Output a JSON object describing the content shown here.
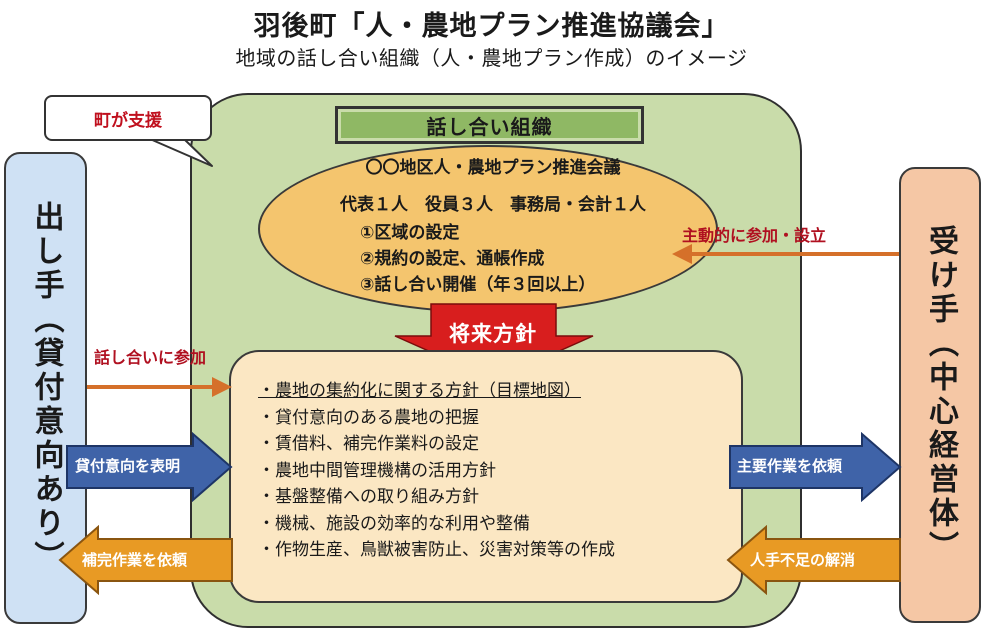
{
  "header": {
    "title": "羽後町「人・農地プラン推進協議会」",
    "subtitle": "地域の話し合い組織（人・農地プラン作成）のイメージ"
  },
  "support": {
    "label": "町が支援"
  },
  "left": {
    "label": "出し手（貸付意向あり）"
  },
  "right": {
    "label": "受け手（中心経営体）"
  },
  "org": {
    "title": "話し合い組織",
    "name": "〇〇地区人・農地プラン推進会議",
    "staff": "代表１人　役員３人　事務局・会計１人",
    "steps": [
      "①区域の設定",
      "②規約の設定、通帳作成",
      "③話し合い開催（年３回以上）"
    ]
  },
  "policy": {
    "label": "将来方針",
    "items": [
      "農地の集約化に関する方針（目標地図）",
      "貸付意向のある農地の把握",
      "賃借料、補完作業料の設定",
      "農地中間管理機構の活用方針",
      "基盤整備への取り組み方針",
      "機械、施設の効率的な利用や整備",
      "作物生産、鳥獣被害防止、災害対策等の作成"
    ]
  },
  "arrows": {
    "participate": "話し合いに参加",
    "lend_intent": "貸付意向を表明",
    "supplement_request": "補完作業を依頼",
    "active_join": "主動的に参加・設立",
    "main_work": "主要作業を依頼",
    "labor_shortage": "人手不足の解消"
  },
  "colors": {
    "green_bg": "#c9dcaa",
    "org_title_bg": "#8fb864",
    "ellipse": "#f4c56e",
    "policy_box": "#fbe7c3",
    "policy_arrow": "#d81e1e",
    "blue_arrow": "#3f63a8",
    "orange_arrow": "#e89a24",
    "line_arrow": "#d5702a",
    "left_panel": "#cfe1f4",
    "right_panel": "#f5c7a5",
    "red_text": "#b01020"
  }
}
